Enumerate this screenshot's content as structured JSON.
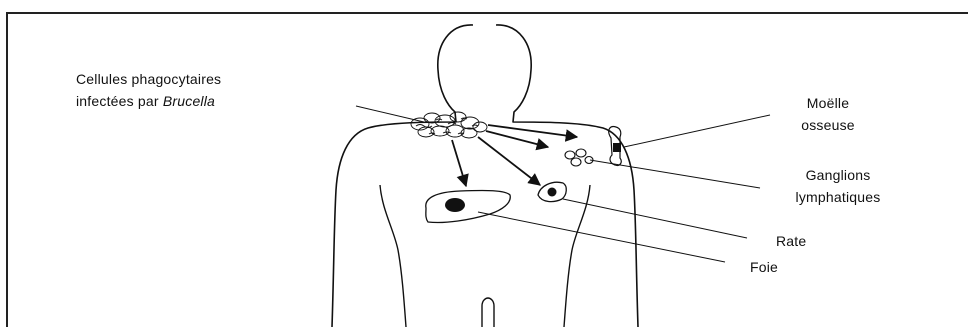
{
  "labels": {
    "phagocytes_line1": "Cellules phagocytaires",
    "phagocytes_line2_prefix": "infectées par ",
    "phagocytes_line2_italic": "Brucella",
    "bone_marrow_line1": "Moëlle",
    "bone_marrow_line2": "osseuse",
    "lymph_nodes_line1": "Ganglions",
    "lymph_nodes_line2": "lymphatiques",
    "spleen": "Rate",
    "liver": "Foie"
  }
}
